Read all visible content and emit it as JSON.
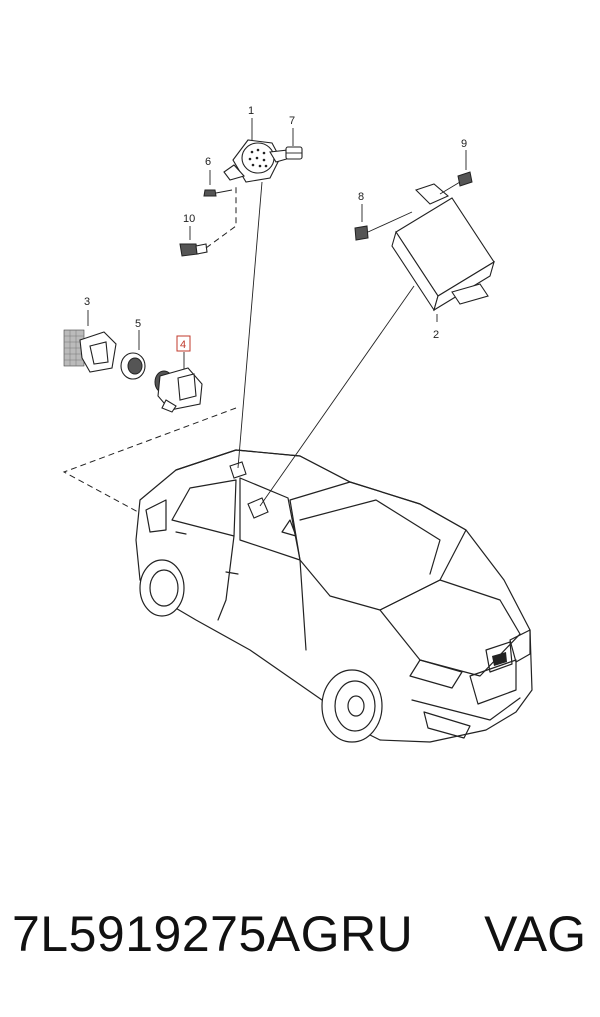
{
  "callouts": {
    "c1": "1",
    "c2": "2",
    "c3": "3",
    "c4": "4",
    "c5": "5",
    "c6": "6",
    "c7": "7",
    "c8": "8",
    "c9": "9",
    "c10": "10"
  },
  "highlight_color": "#c0392b",
  "footer": {
    "part_number": "7L5919275AGRU",
    "brand": "VAG"
  }
}
